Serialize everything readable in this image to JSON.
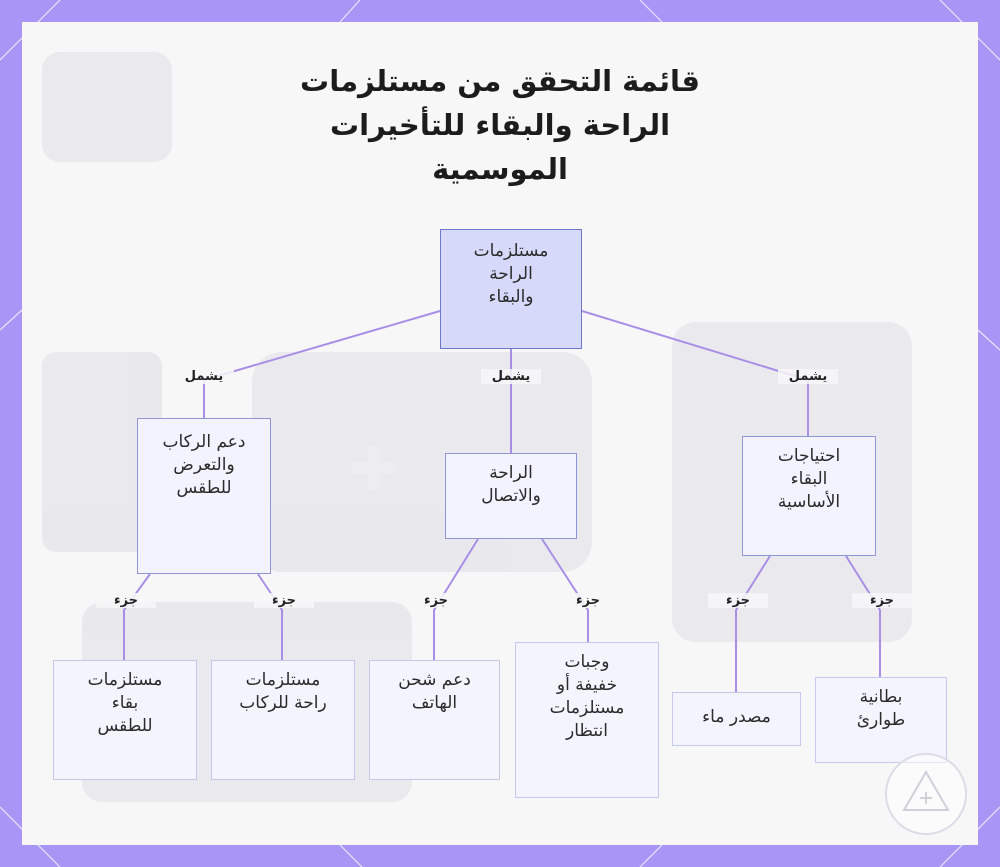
{
  "title_lines": [
    "قائمة التحقق من مستلزمات",
    "الراحة والبقاء للتأخيرات",
    "الموسمية"
  ],
  "nodes": {
    "root": "مستلزمات\nالراحة\nوالبقاء",
    "left": "دعم الركاب\nوالتعرض\nللطقس",
    "middle": "الراحة\nوالاتصال",
    "right": "احتياجات\nالبقاء\nالأساسية",
    "leaf_weather": "مستلزمات\nبقاء\nللطقس",
    "leaf_passenger": "مستلزمات\nراحة للركاب",
    "leaf_phone": "دعم شحن\nالهاتف",
    "leaf_snacks": "وجبات\nخفيفة أو\nمستلزمات\nانتظار",
    "leaf_water": "مصدر ماء",
    "leaf_blanket": "بطانية\nطوارئ"
  },
  "edge_labels": {
    "includes": "يشمل",
    "part": "جزء"
  },
  "colors": {
    "frame": "#a995f6",
    "edge": "#a98ee6",
    "node_border": "#8f96d6",
    "root_fill": "#d6d9fa"
  }
}
